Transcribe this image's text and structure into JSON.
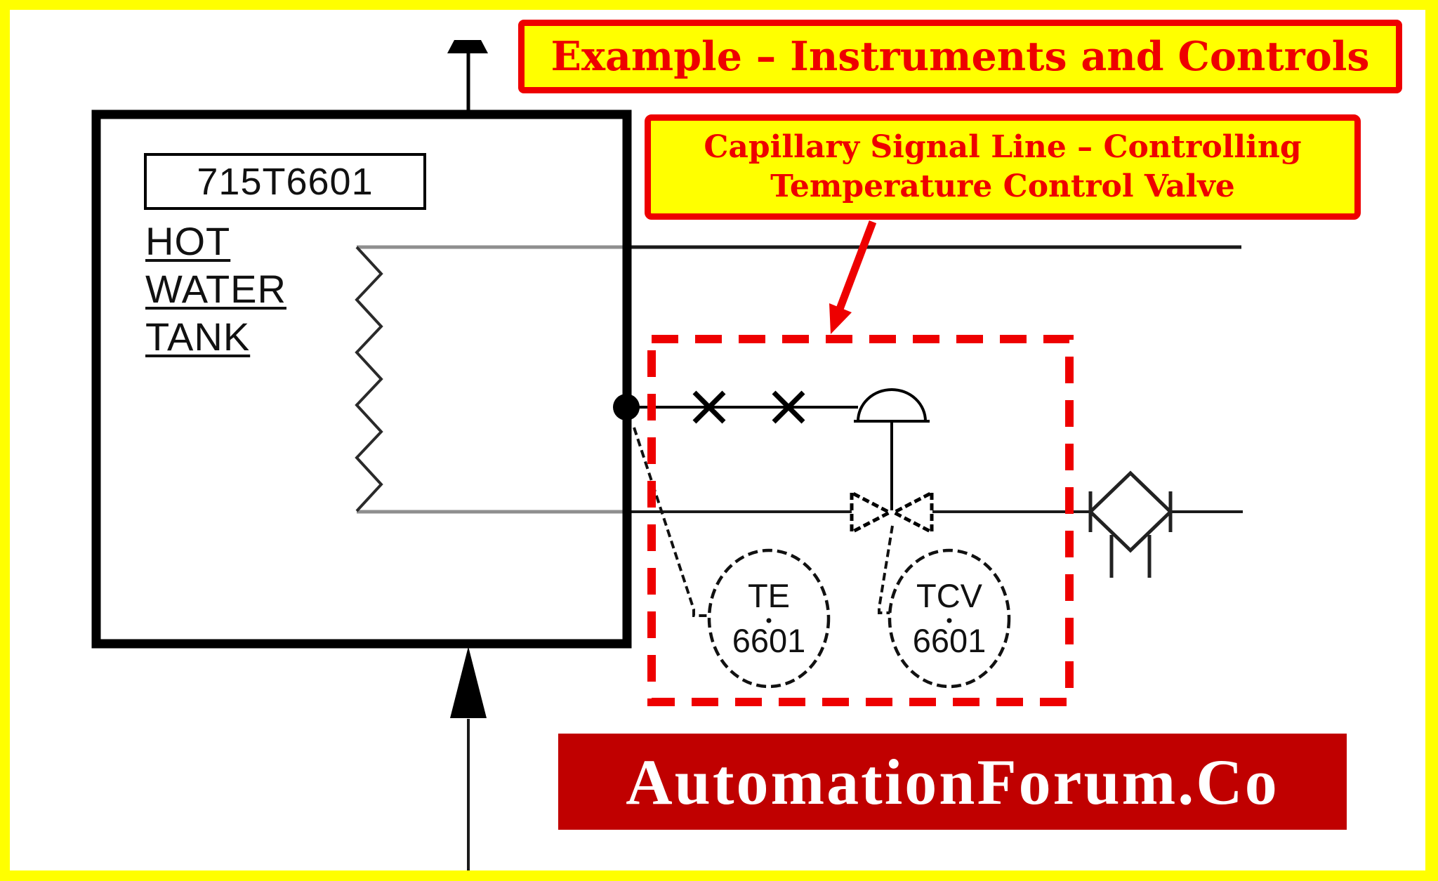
{
  "title_box": {
    "text": "Example – Instruments and Controls"
  },
  "callout_box": {
    "line1": "Capillary Signal Line – Controlling",
    "line2": "Temperature Control Valve"
  },
  "tank": {
    "tag": "715T6601",
    "name_lines": [
      "HOT",
      "WATER",
      "TANK"
    ]
  },
  "instruments": {
    "te": {
      "letters": "TE",
      "number": "6601"
    },
    "tcv": {
      "letters": "TCV",
      "number": "6601"
    }
  },
  "banner": {
    "text": "AutomationForum.Co"
  },
  "colors": {
    "accent_red": "#ee0000",
    "banner_red": "#c00000",
    "highlight_yellow": "#ffff00"
  }
}
